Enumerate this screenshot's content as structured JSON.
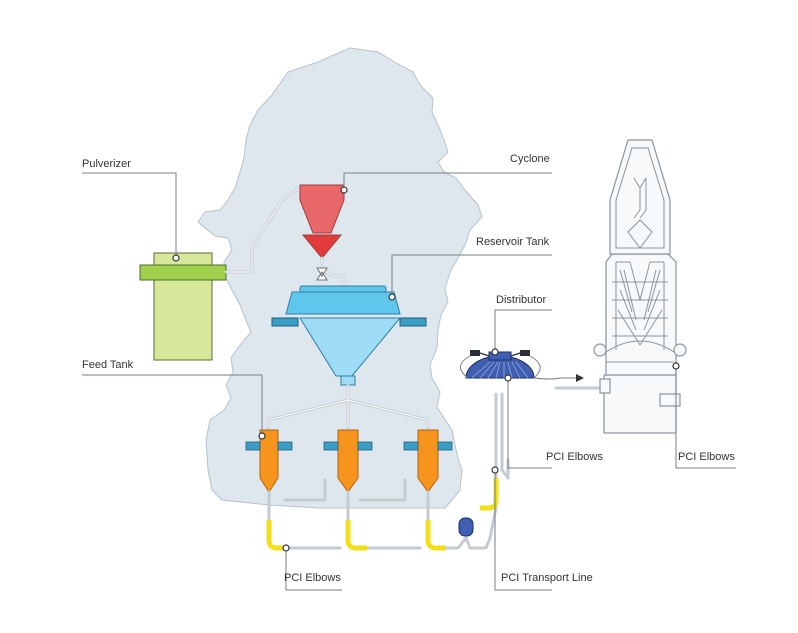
{
  "labels": {
    "pulverizer": "Pulverizer",
    "cyclone": "Cyclone",
    "reservoir_tank": "Reservoir Tank",
    "distributor": "Distributor",
    "feed_tank": "Feed Tank",
    "pci_elbows_center": "PCI Elbows",
    "pci_elbows_right": "PCI Elbows",
    "pci_elbows_bottom": "PCI Elbows",
    "pci_transport_line": "PCI Transport Line"
  },
  "colors": {
    "building": "#dfe7ee",
    "building_outline": "#b7c2cc",
    "pulverizer": "#d7e89a",
    "pulverizer_band": "#9fd14d",
    "cyclone_top": "#e8686a",
    "cyclone_bottom": "#e23b3b",
    "reservoir": "#5fc6ec",
    "reservoir_cone": "#9fdcf5",
    "feed_tank": "#f7941d",
    "valve": "#3a9ec4",
    "distributor": "#3f5fb3",
    "elbow": "#f2df1a",
    "pipe": "#c4cbd1"
  }
}
